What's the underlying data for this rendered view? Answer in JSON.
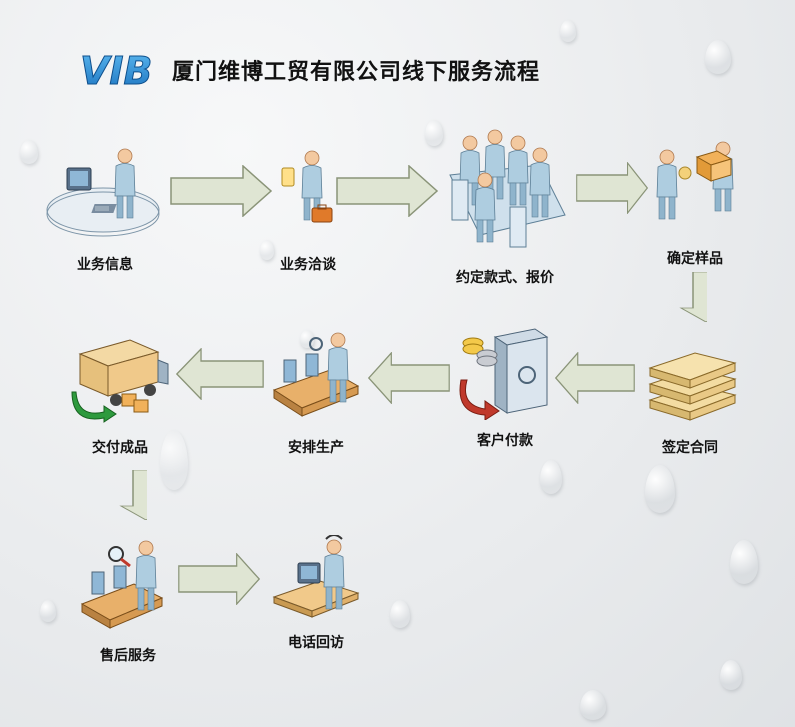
{
  "header": {
    "logo_text": "VIB",
    "title": "厦门维博工贸有限公司线下服务流程"
  },
  "steps": [
    {
      "label": "业务信息"
    },
    {
      "label": "业务洽谈"
    },
    {
      "label": "约定款式、报价"
    },
    {
      "label": "确定样品"
    },
    {
      "label": "签定合同"
    },
    {
      "label": "客户付款"
    },
    {
      "label": "安排生产"
    },
    {
      "label": "交付成品"
    },
    {
      "label": "售后服务"
    },
    {
      "label": "电话回访"
    }
  ],
  "colors": {
    "arrow_fill": "#dfe5d3",
    "arrow_stroke": "#8a9478",
    "logo_blue": "#2a8fd6",
    "person_blue": "#aecde0"
  }
}
